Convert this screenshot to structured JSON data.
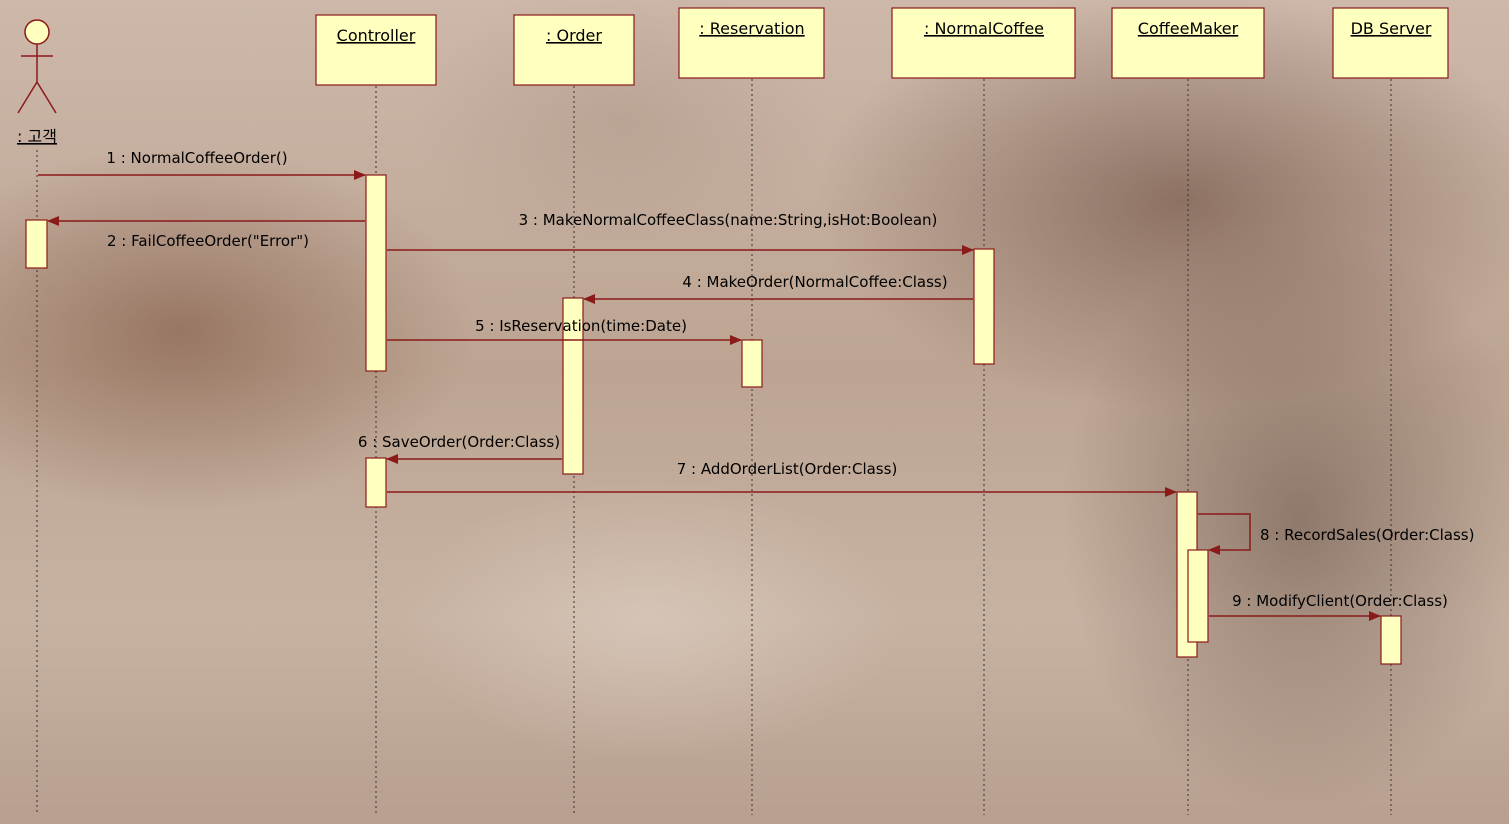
{
  "colors": {
    "box_fill": "#FFFFC0",
    "box_stroke": "#8B1A1A",
    "message_arrow": "#8B1A1A",
    "lifeline": "#333333"
  },
  "actor": {
    "name": ": 고객",
    "icon": "stick-figure-actor-icon"
  },
  "lifelines": [
    {
      "name": "Controller"
    },
    {
      "name": ": Order"
    },
    {
      "name": ": Reservation"
    },
    {
      "name": ": NormalCoffee"
    },
    {
      "name": "CoffeeMaker"
    },
    {
      "name": "DB Server"
    }
  ],
  "messages": [
    {
      "label": "1 : NormalCoffeeOrder()",
      "from": "고객",
      "to": "Controller"
    },
    {
      "label": "2 : FailCoffeeOrder(\"Error\")",
      "from": "Controller",
      "to": "고객"
    },
    {
      "label": "3 : MakeNormalCoffeeClass(name:String,isHot:Boolean)",
      "from": "Controller",
      "to": "NormalCoffee"
    },
    {
      "label": "4 : MakeOrder(NormalCoffee:Class)",
      "from": "NormalCoffee",
      "to": "Order"
    },
    {
      "label": "5 : IsReservation(time:Date)",
      "from": "Controller",
      "to": "Reservation"
    },
    {
      "label": "6 : SaveOrder(Order:Class)",
      "from": "Order",
      "to": "Controller"
    },
    {
      "label": "7 : AddOrderList(Order:Class)",
      "from": "Controller",
      "to": "CoffeeMaker"
    },
    {
      "label": "8 : RecordSales(Order:Class)",
      "from": "CoffeeMaker",
      "to": "CoffeeMaker"
    },
    {
      "label": "9 : ModifyClient(Order:Class)",
      "from": "CoffeeMaker",
      "to": "DB Server"
    }
  ]
}
